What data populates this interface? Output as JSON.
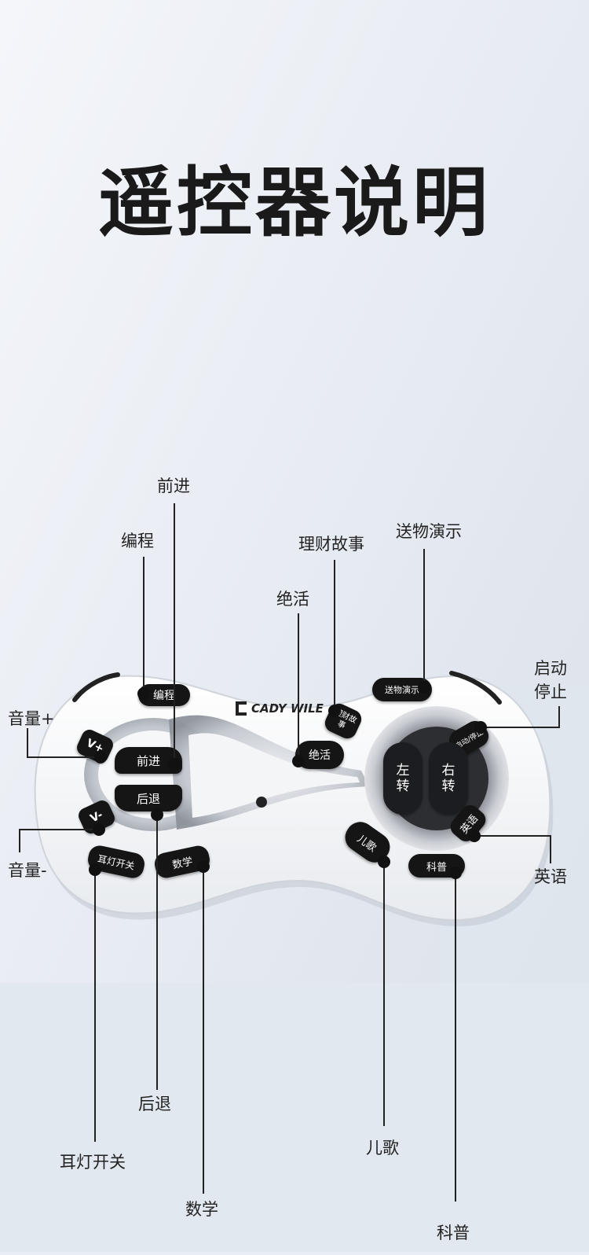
{
  "title": "遥控器说明",
  "brand": "CADY WILE",
  "buttons": {
    "program": "编程",
    "forward": "前进",
    "backward": "后退",
    "vol_up": "V+",
    "vol_down": "V-",
    "headlight": "耳灯开关",
    "math": "数学",
    "stunt": "绝活",
    "finance_story": "理财故事",
    "gift_demo": "送物演示",
    "start_stop": "启动/停止",
    "turn_left": "左转",
    "turn_right": "右转",
    "english": "英语",
    "nursery_rhyme": "儿歌",
    "science": "科普"
  },
  "labels": {
    "forward": "前进",
    "program": "编程",
    "finance_story": "理财故事",
    "gift_demo": "送物演示",
    "stunt": "绝活",
    "start_line1": "启动",
    "start_line2": "停止",
    "vol_up": "音量+",
    "vol_down": "音量-",
    "english": "英语",
    "backward": "后退",
    "headlight": "耳灯开关",
    "nursery_rhyme": "儿歌",
    "math": "数学",
    "science": "科普"
  },
  "colors": {
    "button": "#151515",
    "controller_body": "#f7f8fa",
    "silver_trim": "#b8bcc4",
    "background": "#e6ebf2"
  }
}
